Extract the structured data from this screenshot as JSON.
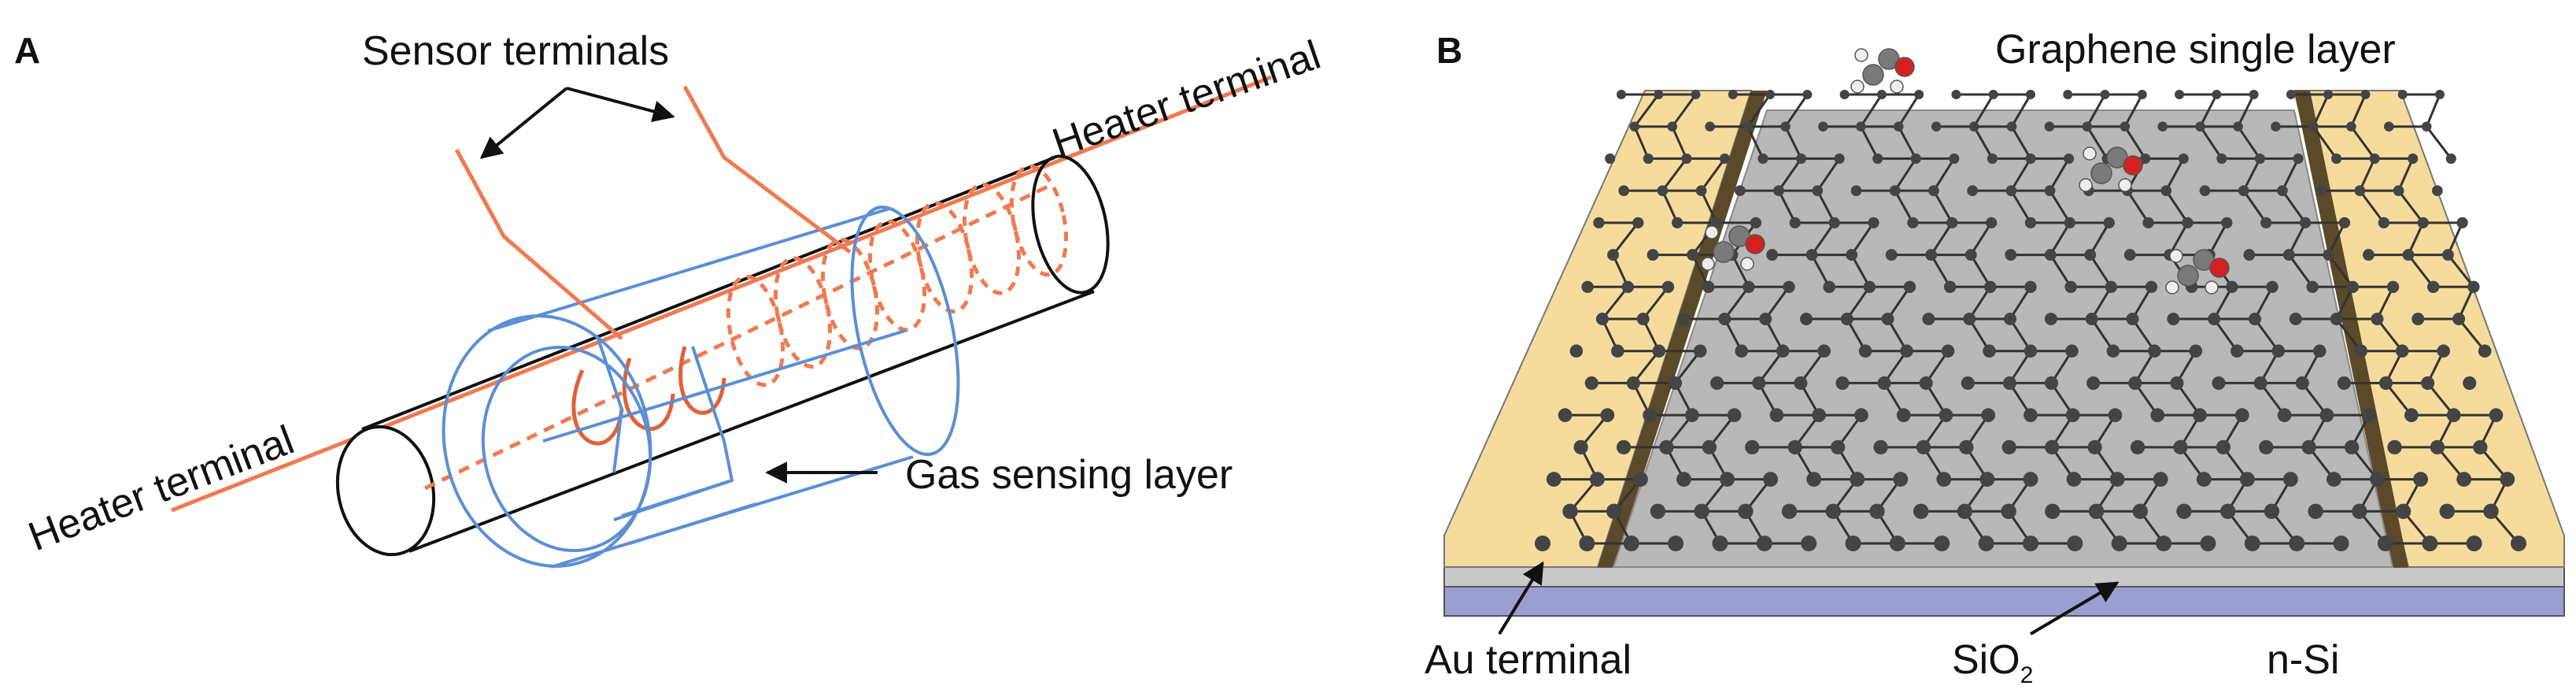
{
  "panels": {
    "a": {
      "letter": "A",
      "labels": {
        "sensor_terminals": "Sensor terminals",
        "heater_terminal_right": "Heater terminal",
        "heater_terminal_left": "Heater terminal",
        "gas_sensing_layer": "Gas sensing layer"
      }
    },
    "b": {
      "letter": "B",
      "labels": {
        "graphene": "Graphene single layer",
        "au_terminal": "Au terminal",
        "sio2_main": "SiO",
        "sio2_sub": "2",
        "n_si": "n-Si"
      }
    }
  },
  "colors": {
    "heater_wire": "#f07a50",
    "sensing_layer": "#5b8fd6",
    "tube_outline": "#111111",
    "gold": "#f6dc9c",
    "gold_shadow": "#5a4a2a",
    "graphene_fill": "#b8b8b8",
    "carbon_atom": "#444444",
    "oxide": "#c9c9c9",
    "silicon": "#9a9ed0",
    "oxygen_atom": "#d42020",
    "hydrogen_atom": "#eeeeee"
  }
}
